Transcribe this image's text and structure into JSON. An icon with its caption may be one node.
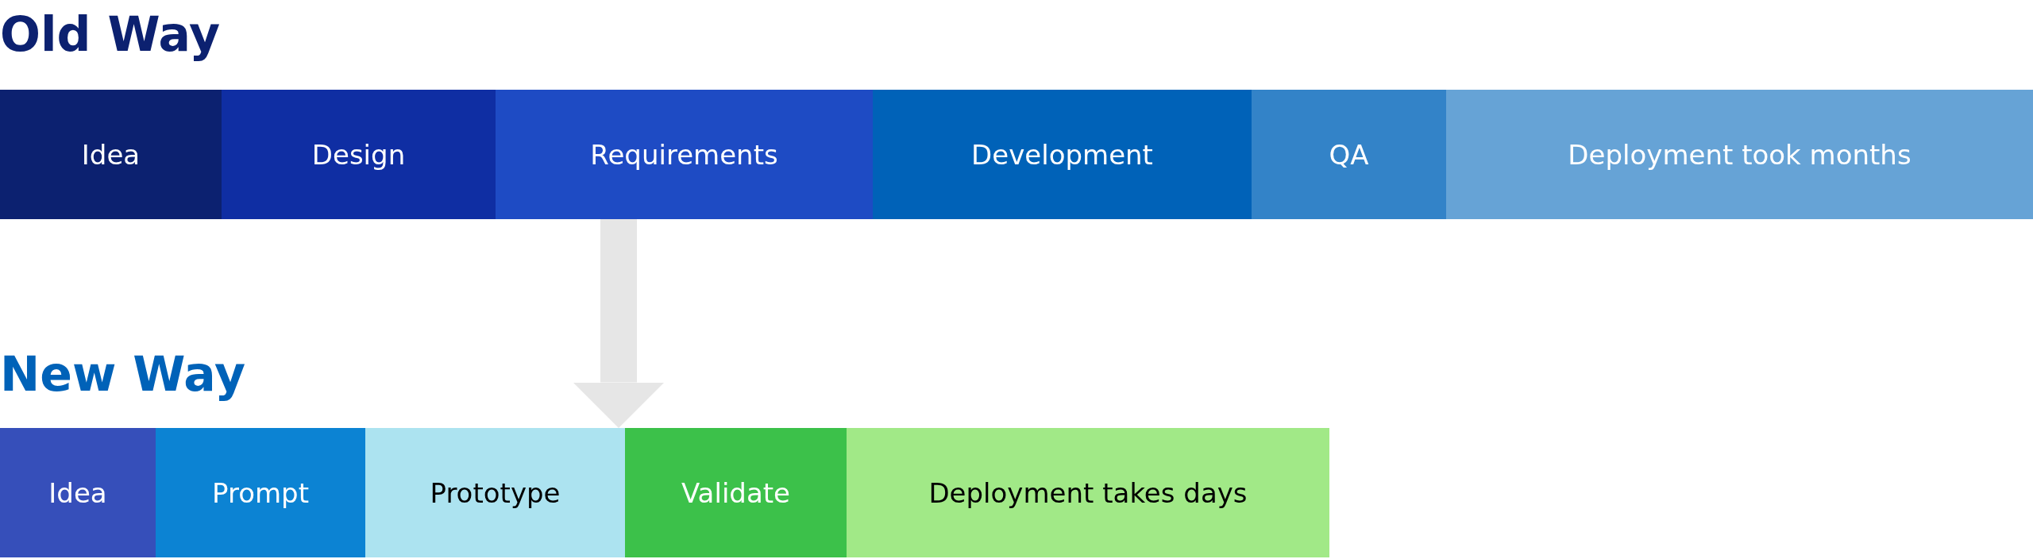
{
  "diagram": {
    "nodes": [
      {
        "text": [
          "Idea"
        ]
      },
      {
        "text": [
          "Design"
        ]
      },
      {
        "text": [
          "Requirements"
        ]
      },
      {
        "text": [
          "Development"
        ]
      },
      {
        "text": [
          "QA"
        ]
      },
      {
        "text": [
          "Deployment took months"
        ]
      },
      {
        "text": [
          "Idea"
        ]
      },
      {
        "text": [
          "Prompt"
        ]
      },
      {
        "text": [
          "Prototype"
        ]
      },
      {
        "text": [
          "Validate"
        ]
      },
      {
        "text": [
          "Deployment takes days"
        ]
      }
    ],
    "edges": [
      {
        "from": 2,
        "to": 8,
        "arrow": "to"
      }
    ],
    "labels": [
      "Old Way",
      "New Way"
    ]
  }
}
